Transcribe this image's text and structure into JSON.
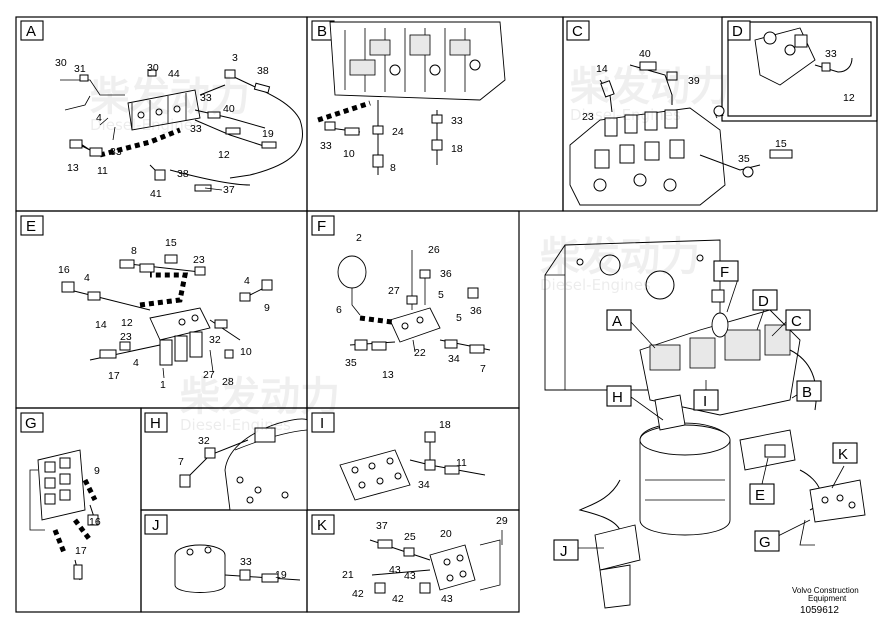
{
  "panels": {
    "A": {
      "label": "A",
      "parts": [
        "30",
        "31",
        "30",
        "44",
        "3",
        "38",
        "33",
        "40",
        "4",
        "19",
        "33",
        "33",
        "12",
        "13",
        "11",
        "38",
        "41",
        "37"
      ]
    },
    "B": {
      "label": "B",
      "parts": [
        "33",
        "10",
        "24",
        "33",
        "8",
        "18"
      ]
    },
    "C": {
      "label": "C",
      "parts": [
        "40",
        "14",
        "39",
        "23",
        "15",
        "35"
      ]
    },
    "D": {
      "label": "D",
      "parts": [
        "33",
        "12"
      ]
    },
    "E": {
      "label": "E",
      "parts": [
        "8",
        "15",
        "23",
        "16",
        "4",
        "4",
        "9",
        "14",
        "12",
        "23",
        "32",
        "10",
        "17",
        "4",
        "27",
        "28",
        "1"
      ]
    },
    "F": {
      "label": "F",
      "parts": [
        "2",
        "26",
        "36",
        "27",
        "5",
        "6",
        "5",
        "36",
        "22",
        "35",
        "13",
        "34",
        "7"
      ]
    },
    "G": {
      "label": "G",
      "parts": [
        "9",
        "16",
        "17"
      ]
    },
    "H": {
      "label": "H",
      "parts": [
        "32",
        "7"
      ]
    },
    "I": {
      "label": "I",
      "parts": [
        "18",
        "11",
        "34"
      ]
    },
    "J": {
      "label": "J",
      "parts": [
        "33",
        "19"
      ]
    },
    "K": {
      "label": "K",
      "parts": [
        "37",
        "20",
        "29",
        "25",
        "21",
        "43",
        "43",
        "42",
        "42",
        "43"
      ]
    }
  },
  "overview_labels": [
    "F",
    "D",
    "A",
    "C",
    "H",
    "I",
    "B",
    "E",
    "K",
    "J",
    "G"
  ],
  "watermark": {
    "brand": "柴发动力",
    "sub": "Diesel-Engines"
  },
  "footer": {
    "company": "Volvo Construction",
    "company2": "Equipment",
    "number": "1059612"
  }
}
